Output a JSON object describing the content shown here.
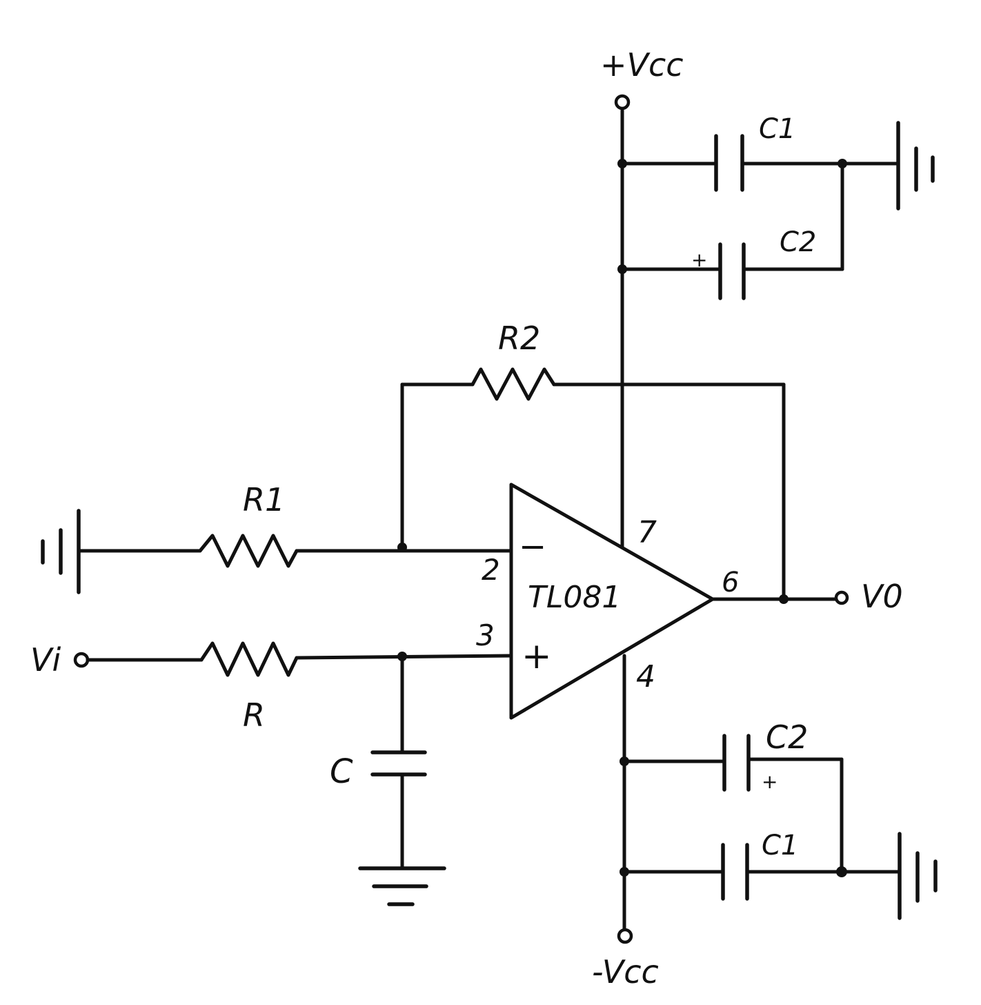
{
  "supply": {
    "positive": "+Vcc",
    "negative": "-Vcc"
  },
  "opamp": {
    "name": "TL081",
    "inverting_sign": "−",
    "noninverting_sign": "+",
    "pin_inverting": "2",
    "pin_noninverting": "3",
    "pin_vcc_pos": "7",
    "pin_vcc_neg": "4",
    "pin_output": "6"
  },
  "components": {
    "r1": "R1",
    "r2": "R2",
    "r": "R",
    "c": "C",
    "c1_top": "C1",
    "c2_top": "C2",
    "c1_bottom": "C1",
    "c2_bottom": "C2",
    "polarity_plus": "+"
  },
  "terminals": {
    "input": "Vi",
    "output": "V0"
  }
}
